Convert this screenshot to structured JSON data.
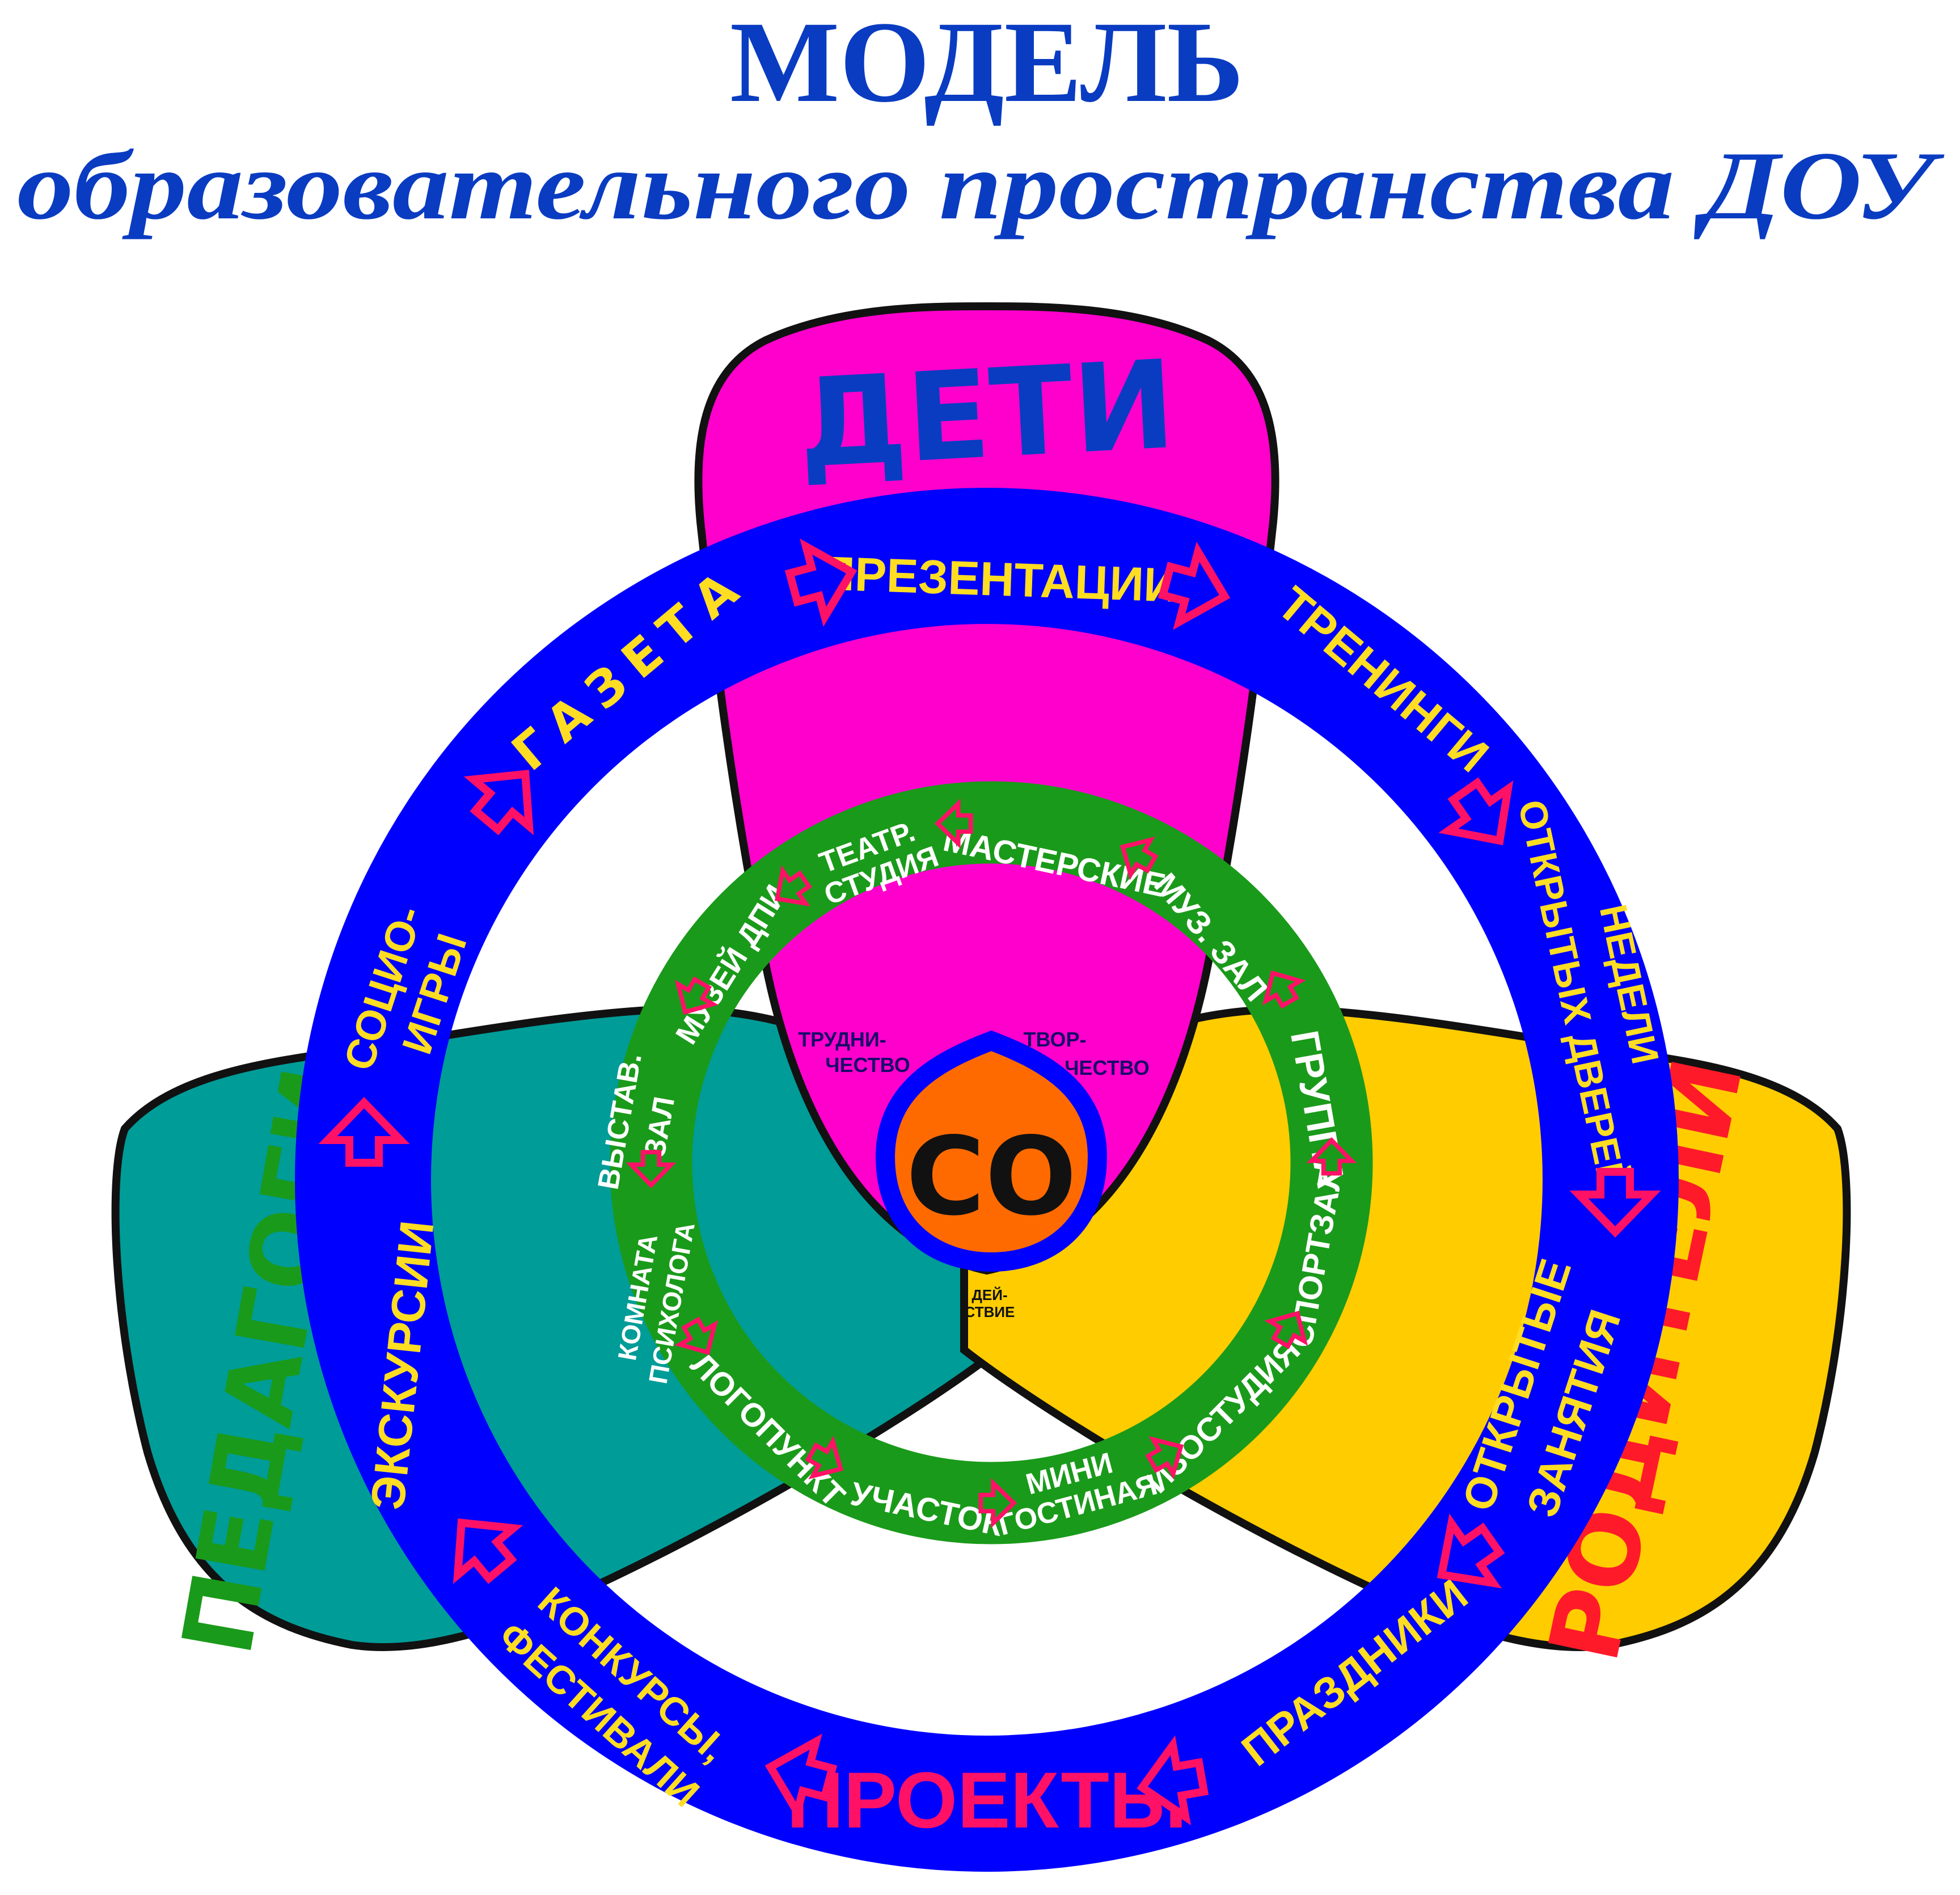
{
  "title": "МОДЕЛЬ",
  "subtitle": "образовательного  пространства  ДОУ",
  "colors": {
    "title": "#0a3cc2",
    "deti": "#ff00cc",
    "pedagogi": "#009c98",
    "roditeli": "#ffcc00",
    "outer_ring": "#0000ff",
    "inner_ring": "#1a9a1a",
    "outer_text": "#ffdd22",
    "inner_text": "#ffffff",
    "arrow_stroke": "#ff1166",
    "center_fill": "#ff6a00",
    "center_border": "#0000ff"
  },
  "petals": {
    "deti": "ДЕТИ",
    "pedagogi": "ПЕДАГОГИ",
    "roditeli": "РОДИТЕЛИ"
  },
  "outer_ring": {
    "prezentacii": "ПРЕЗЕНТАЦИИ",
    "treningi": "ТРЕНИНГИ",
    "nedeli_1": "НЕДЕЛИ",
    "nedeli_2": "ОТКРЫТЫХ ДВЕРЕЙ",
    "otkr_1": "ОТКРЫТЫЕ",
    "otkr_2": "ЗАНЯТИЯ",
    "prazdniki": "ПРАЗДНИКИ",
    "proekty": "ПРОЕКТЫ",
    "konkursy_1": "КОНКУРСЫ,",
    "konkursy_2": "ФЕСТИВАЛИ",
    "ekskursii": "ЭКСКУРСИИ",
    "socio_1": "СОЦИО-",
    "socio_2": "ИГРЫ",
    "gazeta": "ГАЗЕТА"
  },
  "inner_ring": {
    "teatr_1": "ТЕАТР.",
    "teatr_2": "СТУДИЯ",
    "masterskie": "МАСТЕРСКИЕ",
    "muz_zal": "МУЗ. ЗАЛ",
    "gruppa": "ГРУППА",
    "sportzal": "СПОРТЗАЛ",
    "izostudiya": "ИЗОСТУДИЯ",
    "mini_1": "МИНИ",
    "mini_2": "ГОСТИНАЯ",
    "uchastok": "УЧАСТОК",
    "logopunkt": "ЛОГОПУНКТ",
    "komnata_1": "КОМНАТА",
    "komnata_2": "ПСИХОЛОГА",
    "vystav_1": "ВЫСТАВ.",
    "vystav_2": "ЗАЛ",
    "muzey": "МУЗЕЙ ДПИ"
  },
  "center": {
    "label": "СО",
    "left_1": "ТРУДНИ-",
    "left_2": "ЧЕСТВО",
    "right_1": "ТВОР-",
    "right_2": "ЧЕСТВО",
    "bottom_1": "ДЕЙ-",
    "bottom_2": "СТВИЕ"
  }
}
